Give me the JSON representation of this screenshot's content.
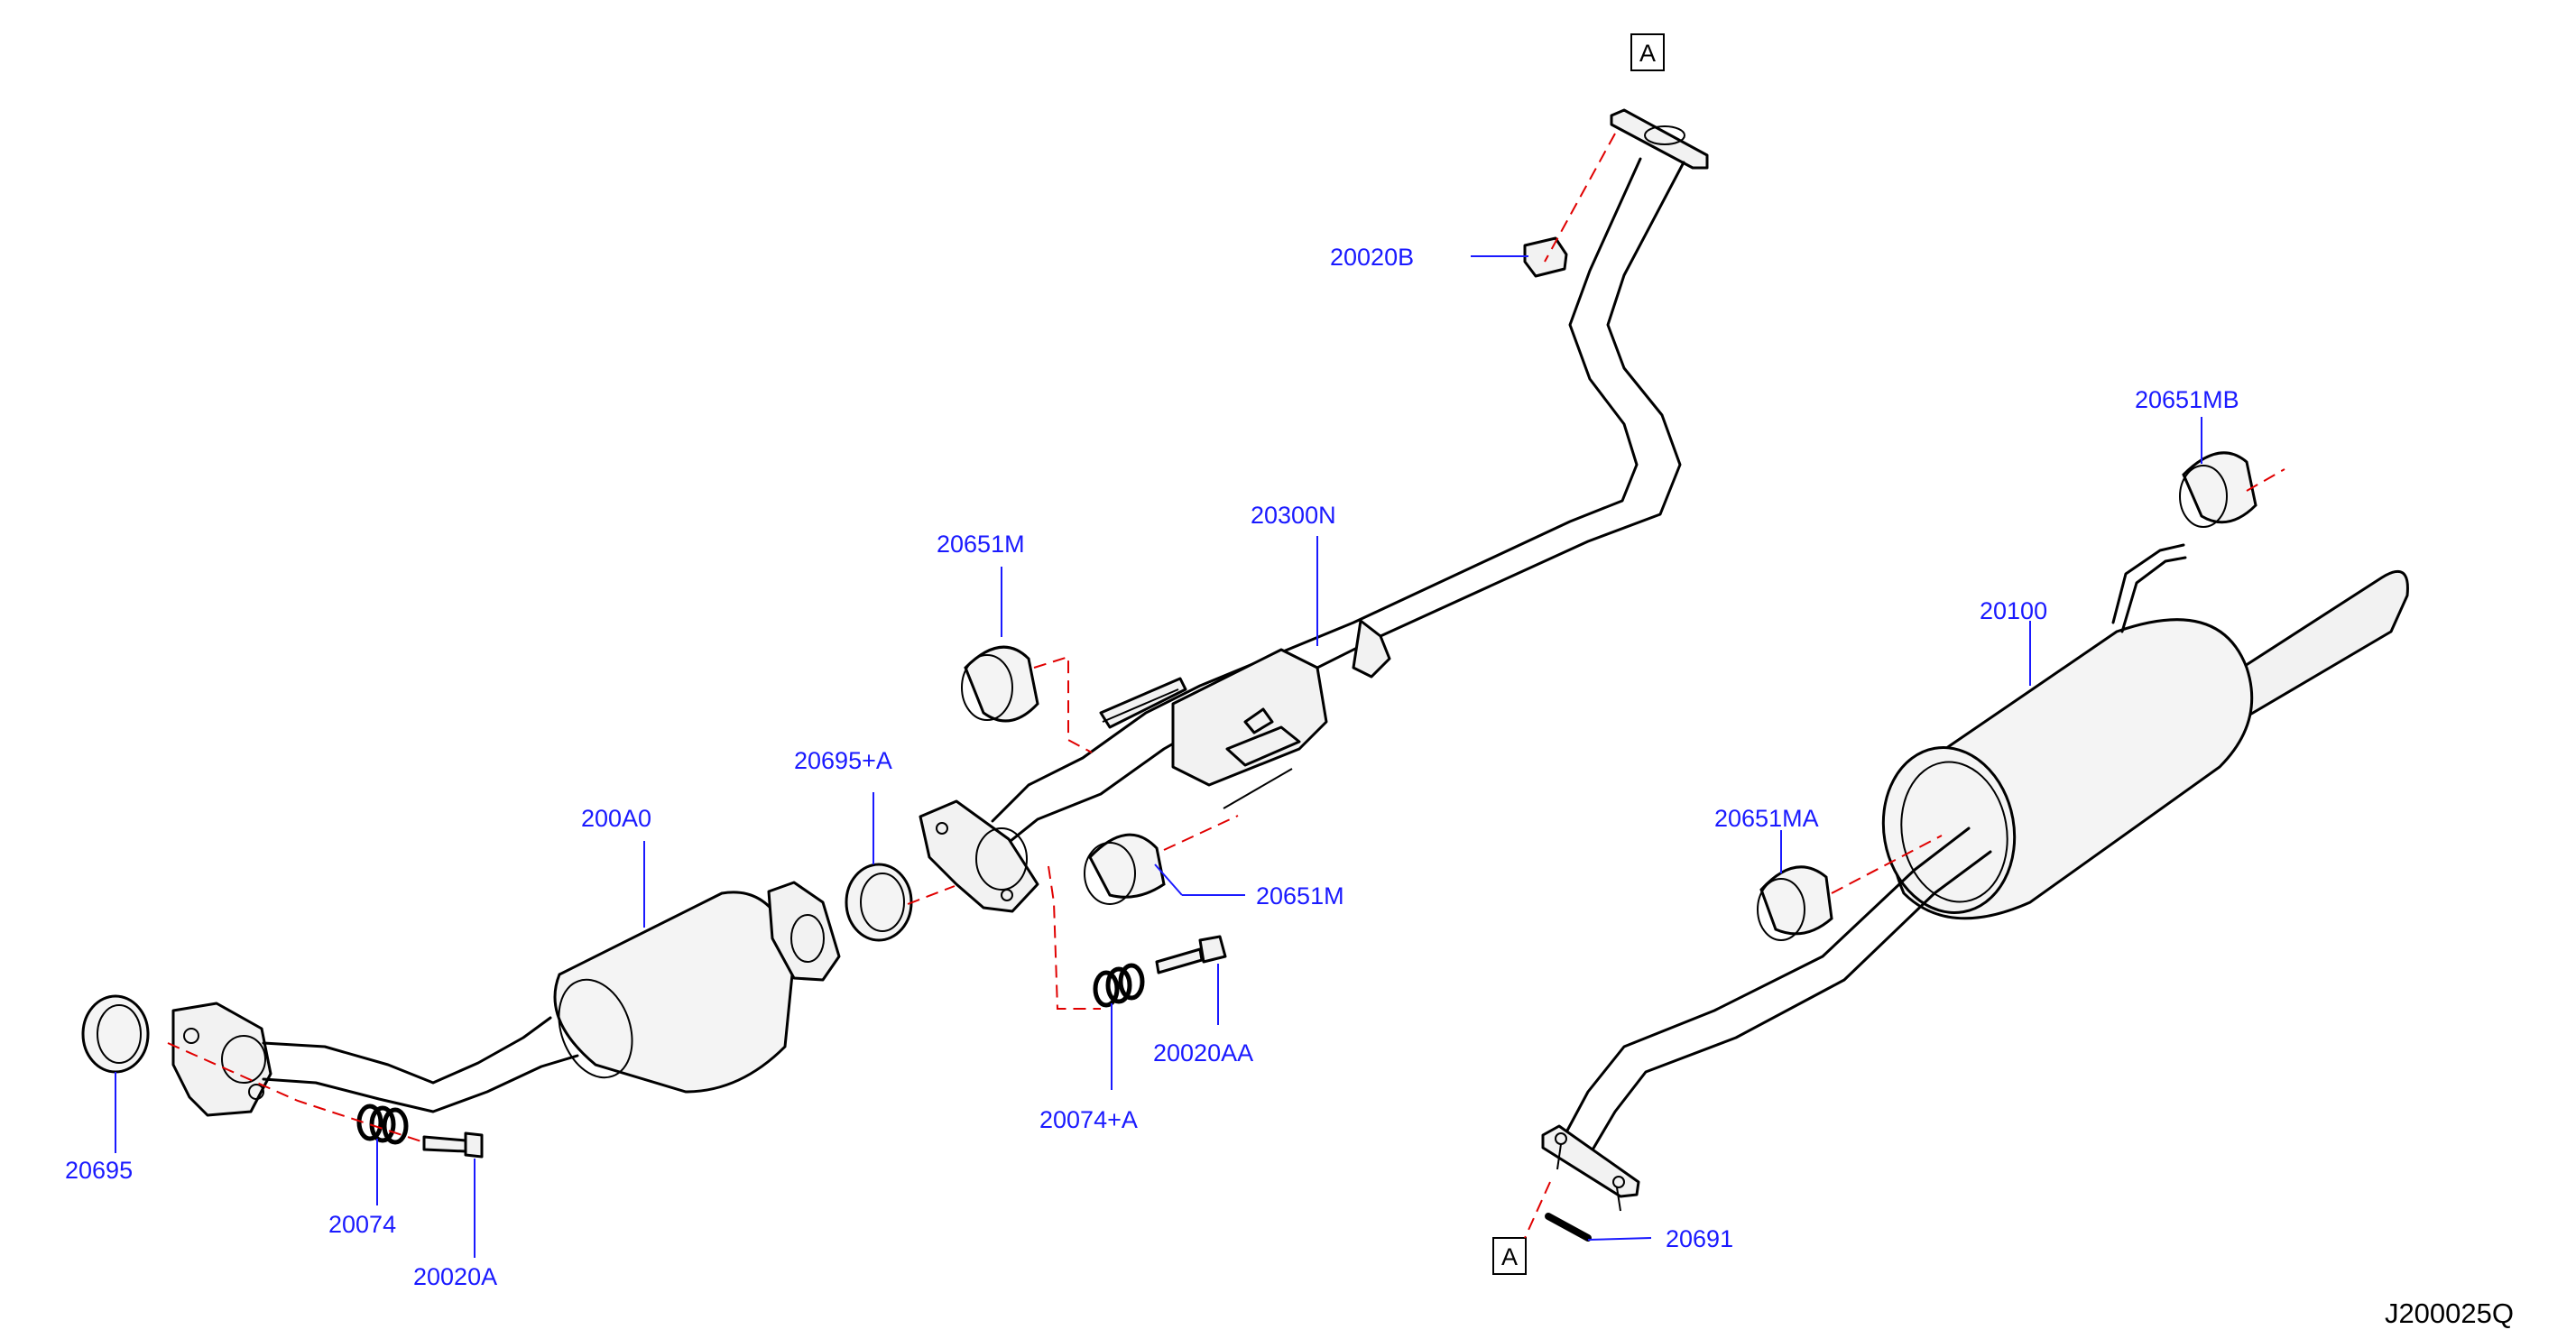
{
  "diagram_code": "J200025Q",
  "ref_marker": "A",
  "parts": {
    "p20695": "20695",
    "p20074": "20074",
    "p20020A": "20020A",
    "p200A0": "200A0",
    "p20695A": "20695+A",
    "p20651M_top": "20651M",
    "p20300N": "20300N",
    "p20020B": "20020B",
    "p20651M_right": "20651M",
    "p20074A": "20074+A",
    "p20020AA": "20020AA",
    "p20100": "20100",
    "p20651MB": "20651MB",
    "p20651MA": "20651MA",
    "p20691": "20691"
  }
}
